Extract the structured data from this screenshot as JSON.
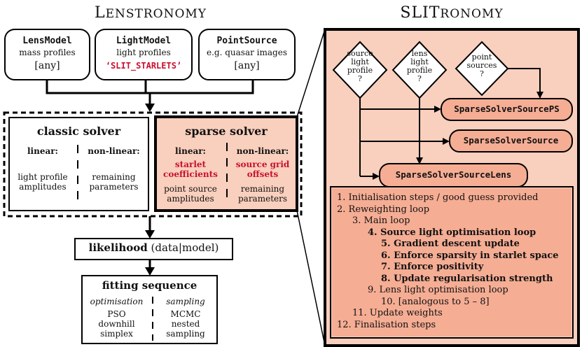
{
  "left_title": {
    "initial": "L",
    "rest": "ENSTRONOMY"
  },
  "right_title": {
    "initial": "SLIT",
    "rest": "RONOMY"
  },
  "lens_model": {
    "name": "LensModel",
    "desc": "mass profiles",
    "value": "[any]"
  },
  "light_model": {
    "name": "LightModel",
    "desc": "light profiles",
    "value": "‘SLIT_STARLETS’"
  },
  "point_source": {
    "name": "PointSource",
    "desc": "e.g. quasar images",
    "value": "[any]"
  },
  "classic_solver": {
    "title": "classic solver",
    "linear_label": "linear:",
    "nonlinear_label": "non-linear:",
    "linear_text": [
      "light profile",
      "amplitudes"
    ],
    "nonlinear_text": [
      "remaining",
      "parameters"
    ]
  },
  "sparse_solver": {
    "title": "sparse solver",
    "linear_label": "linear:",
    "nonlinear_label": "non-linear:",
    "linear_red": [
      "starlet",
      "coefficients"
    ],
    "nonlinear_red": [
      "source grid",
      "offsets"
    ],
    "linear_text": [
      "point source",
      "amplitudes"
    ],
    "nonlinear_text": [
      "remaining",
      "parameters"
    ]
  },
  "likelihood": {
    "bold": "likelihood",
    "rest": " (data|model)"
  },
  "fitting": {
    "title": "fitting sequence",
    "left_label": "optimisation",
    "right_label": "sampling",
    "left_items": [
      "PSO",
      "downhill",
      "simplex"
    ],
    "right_items": [
      "MCMC",
      "nested",
      "sampling"
    ]
  },
  "decisions": {
    "source_light": [
      "source",
      "light",
      "profile",
      "?"
    ],
    "lens_light": [
      "lens",
      "light",
      "profile",
      "?"
    ],
    "point_sources": [
      "point",
      "sources",
      "?"
    ]
  },
  "classes": {
    "ps": "SparseSolverSourcePS",
    "source": "SparseSolverSource",
    "lens": "SparseSolverSourceLens"
  },
  "algorithm": [
    {
      "text": "1. Initialisation steps / good guess provided",
      "bold": false
    },
    {
      "text": "2. Reweighting loop",
      "bold": false
    },
    {
      "text": "3. Main loop",
      "bold": false
    },
    {
      "text": "4. Source light optimisation loop",
      "bold": true
    },
    {
      "text": "5. Gradient descent update",
      "bold": true
    },
    {
      "text": "6. Enforce sparsity in starlet space",
      "bold": true
    },
    {
      "text": "7. Enforce positivity",
      "bold": true
    },
    {
      "text": "8. Update regularisation strength",
      "bold": true
    },
    {
      "text": "9. Lens light optimisation loop",
      "bold": false
    },
    {
      "text": "10. [analogous to 5 – 8]",
      "bold": false
    },
    {
      "text": "11. Update weights",
      "bold": false
    },
    {
      "text": "12. Finalisation steps",
      "bold": false
    }
  ],
  "colors": {
    "fill_light": "#f9cfbd",
    "fill_mid": "#f5ad94",
    "red": "#c8102e"
  }
}
